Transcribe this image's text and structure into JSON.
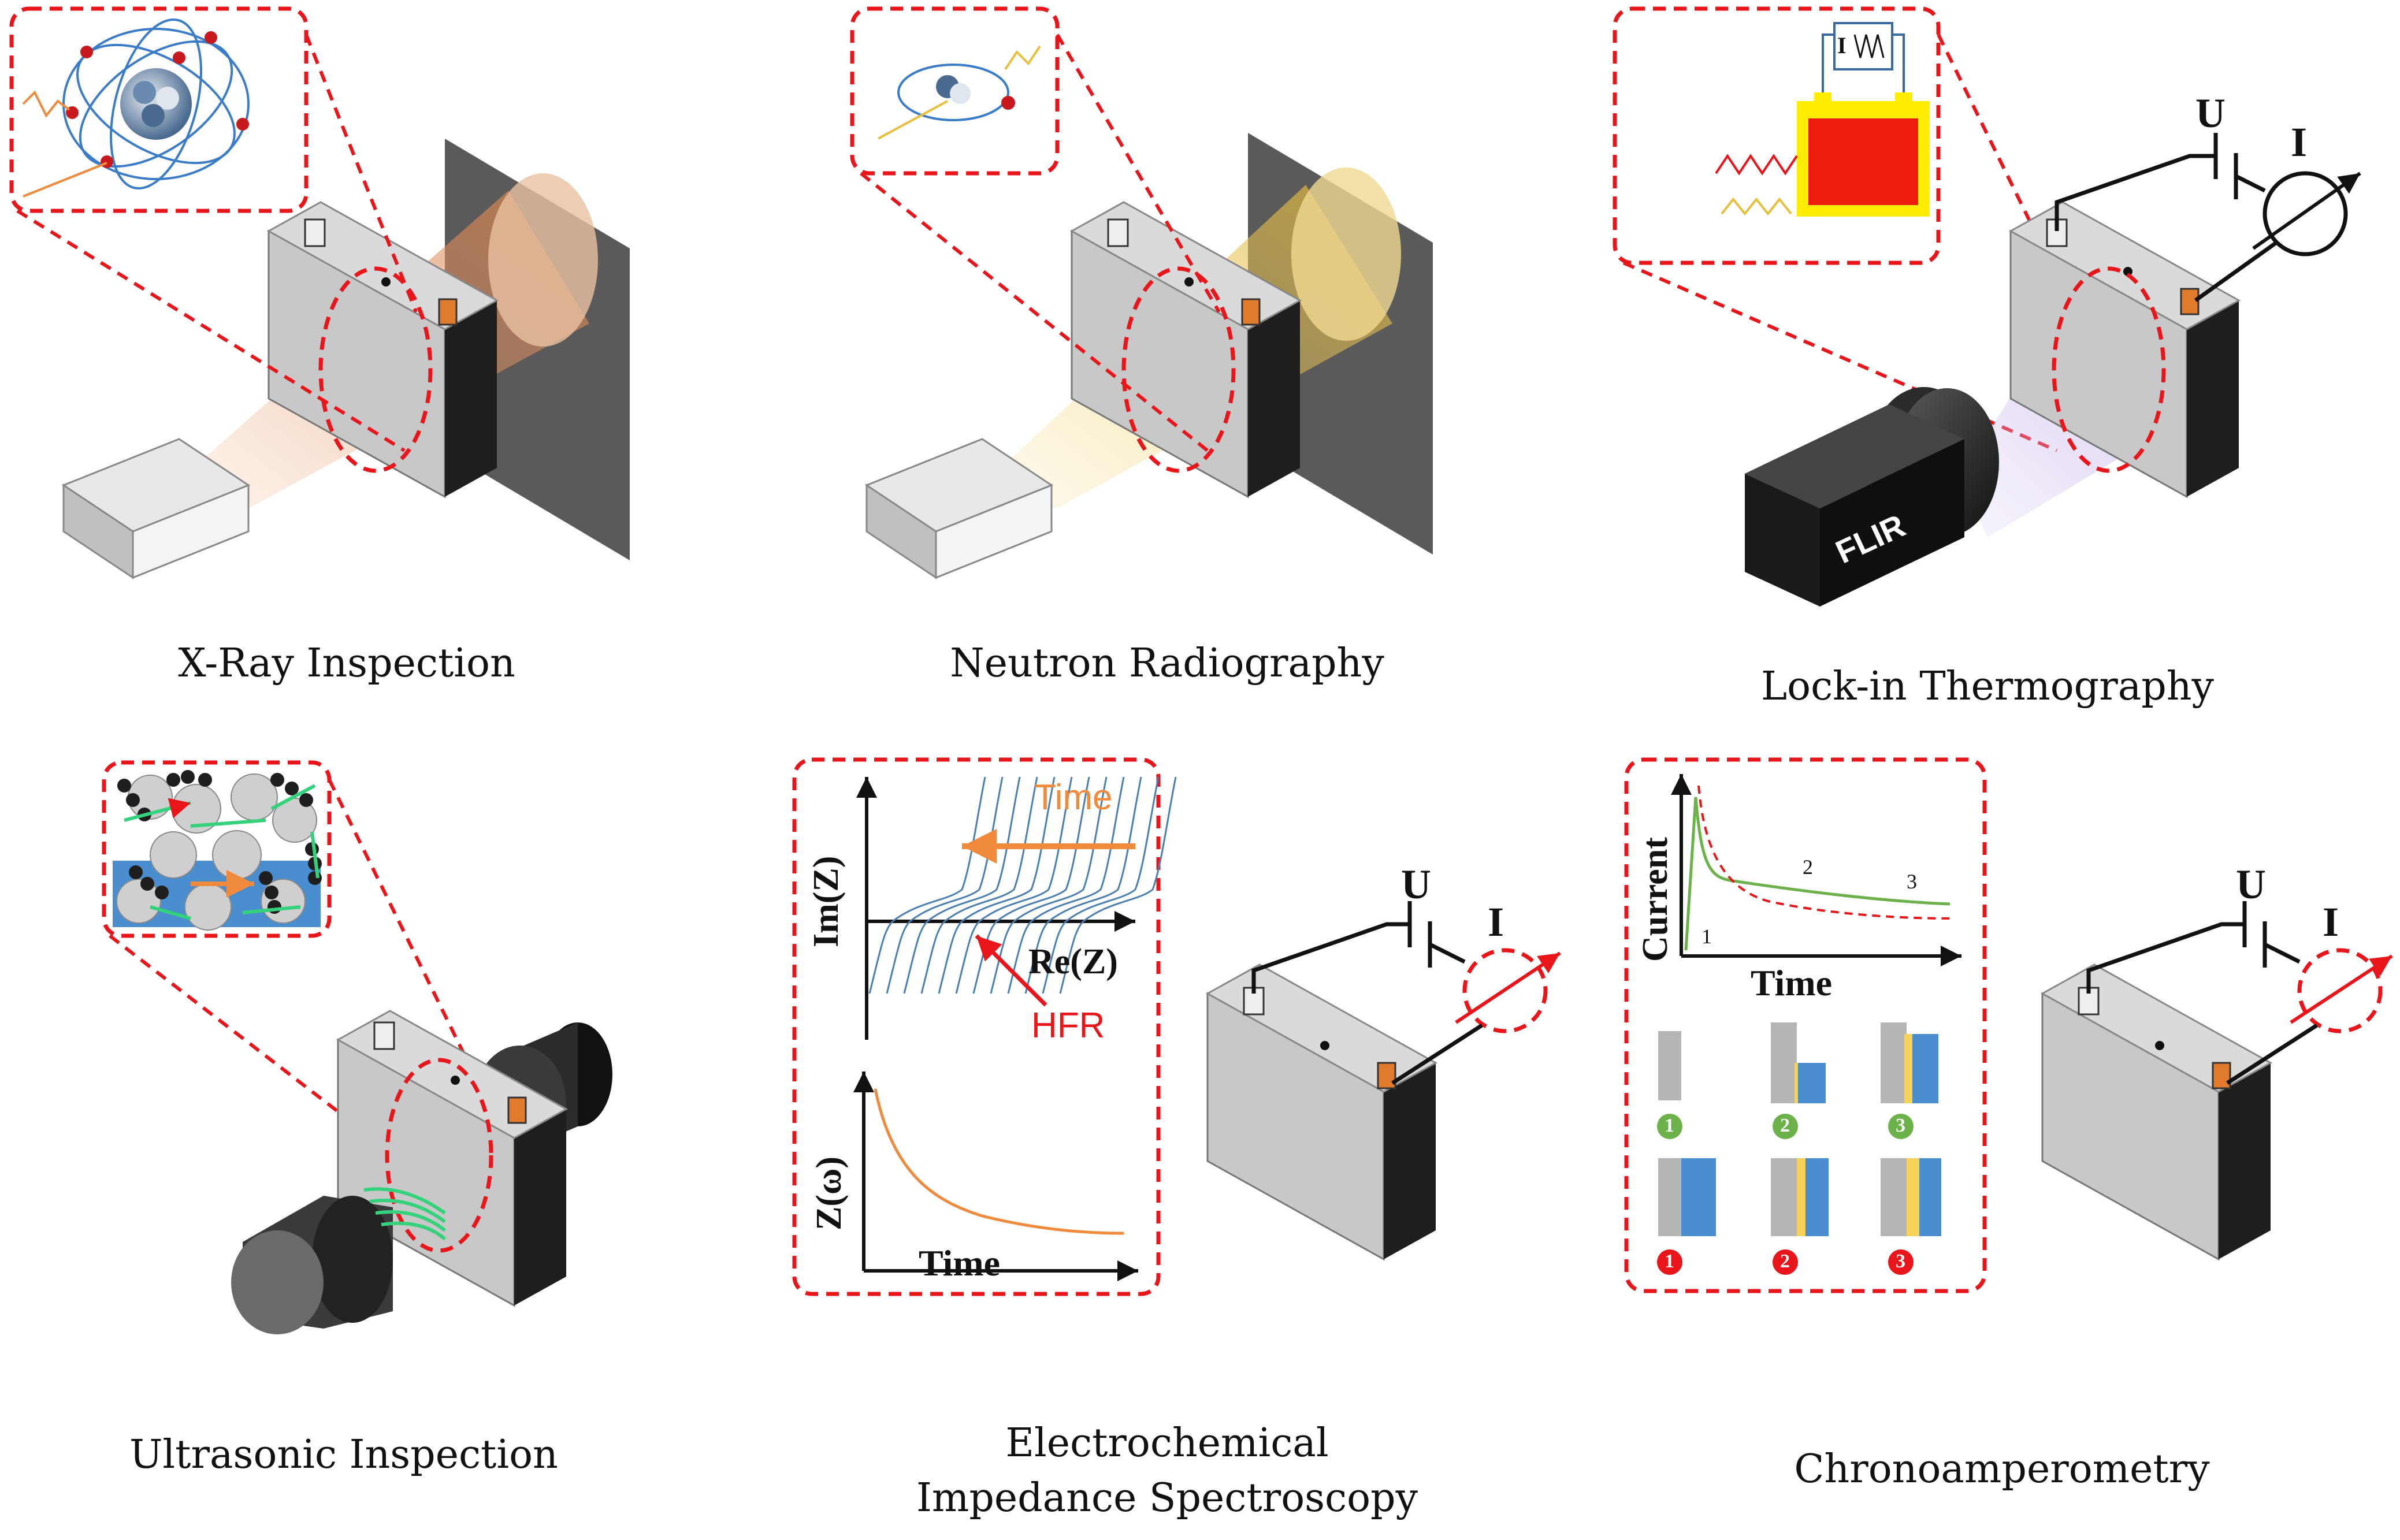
{
  "captions": {
    "xray": "X-Ray Inspection",
    "neutron": "Neutron Radiography",
    "lockin": "Lock-in Thermography",
    "ultrasonic": "Ultrasonic Inspection",
    "eis_line1": "Electrochemical",
    "eis_line2": "Impedance Spectroscopy",
    "chrono": "Chronoamperometry"
  },
  "labels": {
    "u": "U",
    "i": "I",
    "flir": "FLIR",
    "inset_i": "I"
  },
  "eis": {
    "nyquist_y_label": "Im(Z)",
    "nyquist_x_label": "Re(Z)",
    "time_arrow": "Time",
    "hfr": "HFR",
    "lower_y_label": "Z(ω)",
    "lower_x_label": "Time"
  },
  "chrono_plot": {
    "y_label": "Current",
    "x_label": "Time",
    "marks": [
      "1",
      "2",
      "3"
    ],
    "badges_green": [
      "1",
      "2",
      "3"
    ],
    "badges_red": [
      "1",
      "2",
      "3"
    ]
  },
  "colors": {
    "inset_border": "#e8161b",
    "cell_face": "#c8c8c8",
    "cell_side": "#1e1e1e",
    "tab": "#e07a2c",
    "nyquist_curves": "#4b7fb0",
    "time_arrow": "#f08a3c",
    "hfr": "#e8161b",
    "decay_curve": "#f08a3c",
    "green_curve": "#6cb14a",
    "blue_layer": "#4b8ed0",
    "yellow_layer": "#f5d25a"
  }
}
